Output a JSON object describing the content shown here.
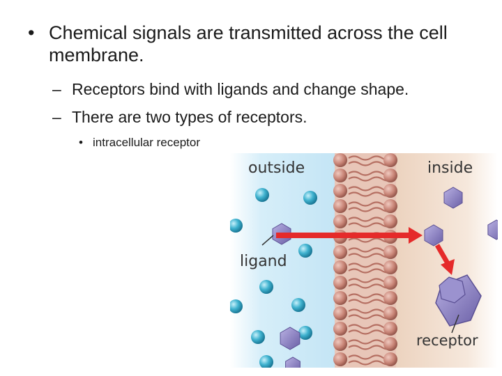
{
  "bullets": {
    "main": "Chemical signals are transmitted across the cell membrane.",
    "sub1": "Receptors bind with ligands and change shape.",
    "sub2": "There are two types of receptors.",
    "sub2_item": "intracellular receptor"
  },
  "marks": {
    "level1": "•",
    "level2": "–",
    "level3": "•"
  },
  "figure": {
    "outside_label": "outside",
    "inside_label": "inside",
    "ligand_label": "ligand",
    "receptor_label": "receptor"
  },
  "colors": {
    "outside_bg": "#cfe9f7",
    "inside_bg": "#f0dccc",
    "lipid_head": "#c98a7e",
    "molecule": "#2f9fbf",
    "ligand": "#8a7fc0",
    "arrow": "#e52a2a"
  }
}
